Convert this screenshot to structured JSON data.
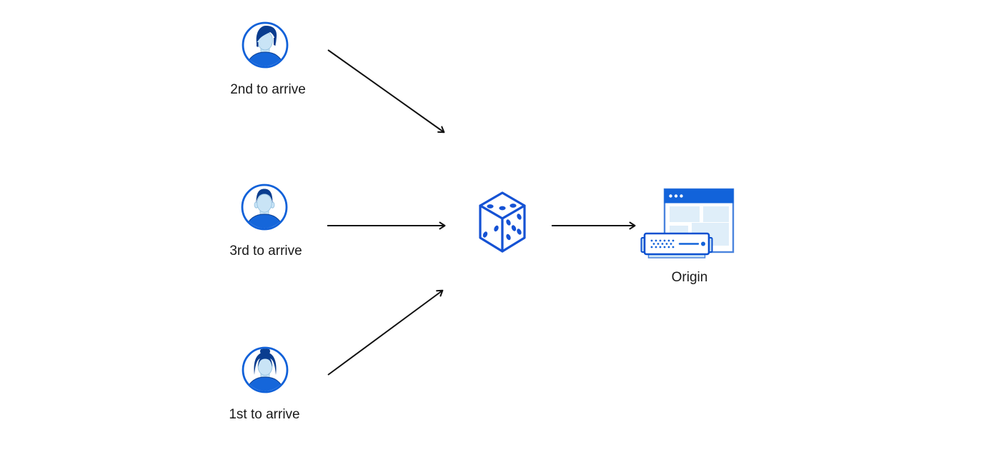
{
  "diagram": {
    "description_colors": {
      "background": "#ffffff",
      "accent_blue": "#1263da",
      "icon_outline_blue": "#1552d4",
      "dark_navy_hair": "#0a3d8f",
      "face_light_blue": "#c9e4f6",
      "pale_block_blue": "#dfeef9",
      "server_base_blue": "#cfe7f7",
      "arrow_black": "#111111",
      "label_text": "#1a1a1a"
    },
    "nodes": {
      "client_top": {
        "label": "2nd to arrive",
        "icon": "man-swept-hair-avatar-icon"
      },
      "client_middle": {
        "label": "3rd to arrive",
        "icon": "man-short-hair-avatar-icon"
      },
      "client_bottom": {
        "label": "1st to arrive",
        "icon": "woman-bun-avatar-icon"
      },
      "randomizer": {
        "icon": "dice-icon"
      },
      "origin": {
        "label": "Origin",
        "icon": "origin-server-icon"
      }
    },
    "edges": [
      {
        "from": "client_top",
        "to": "randomizer"
      },
      {
        "from": "client_middle",
        "to": "randomizer"
      },
      {
        "from": "client_bottom",
        "to": "randomizer"
      },
      {
        "from": "randomizer",
        "to": "origin"
      }
    ]
  }
}
